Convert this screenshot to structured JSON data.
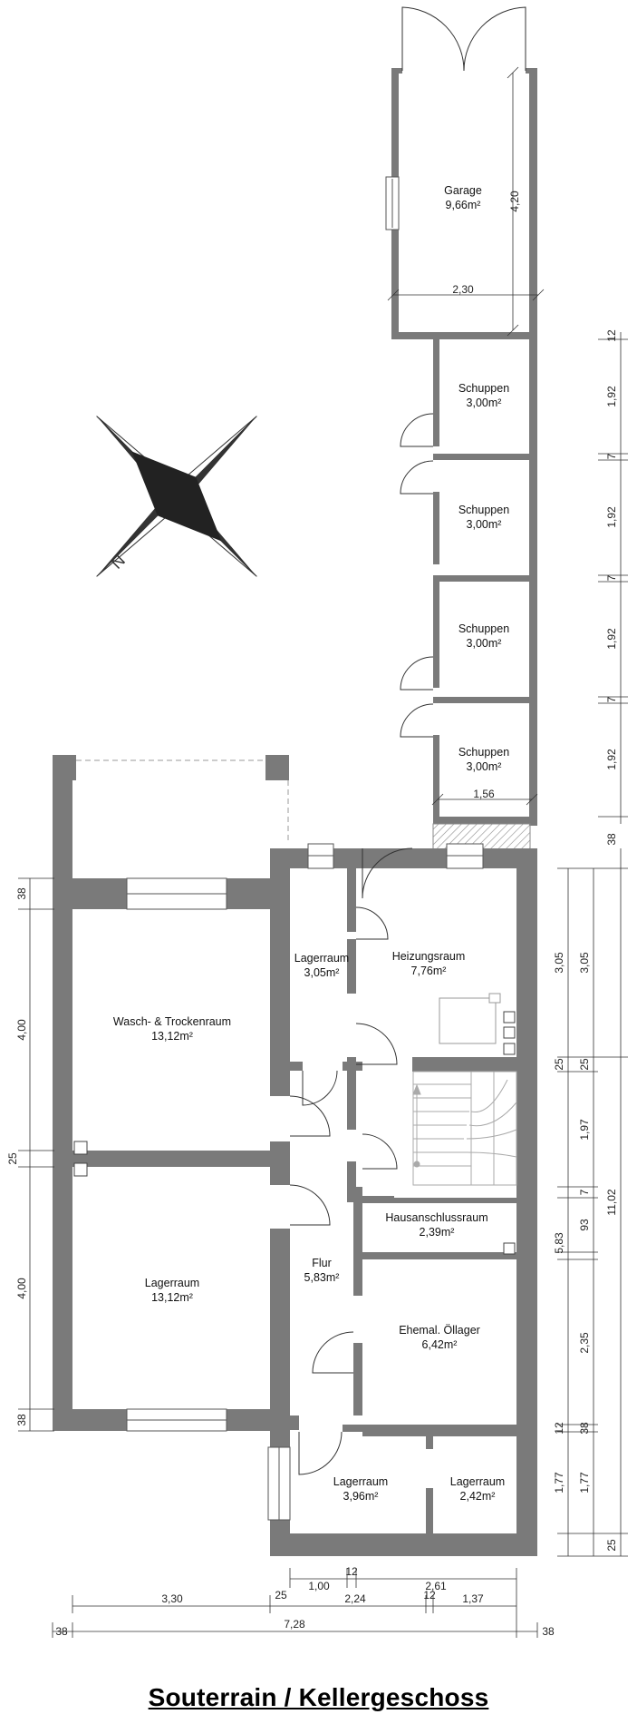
{
  "title": "Souterrain / Kellergeschoss",
  "compass": {
    "label": "N"
  },
  "rooms": {
    "garage": {
      "name": "Garage",
      "area": "9,66m²"
    },
    "schuppen1": {
      "name": "Schuppen",
      "area": "3,00m²"
    },
    "schuppen2": {
      "name": "Schuppen",
      "area": "3,00m²"
    },
    "schuppen3": {
      "name": "Schuppen",
      "area": "3,00m²"
    },
    "schuppen4": {
      "name": "Schuppen",
      "area": "3,00m²"
    },
    "lager_small": {
      "name": "Lagerraum",
      "area": "3,05m²"
    },
    "heizung": {
      "name": "Heizungsraum",
      "area": "7,76m²"
    },
    "wasch": {
      "name": "Wasch- & Trockenraum",
      "area": "13,12m²"
    },
    "lager_big": {
      "name": "Lagerraum",
      "area": "13,12m²"
    },
    "hausanschluss": {
      "name": "Hausanschlussraum",
      "area": "2,39m²"
    },
    "flur": {
      "name": "Flur",
      "area": "5,83m²"
    },
    "oellager": {
      "name": "Ehemal. Öllager",
      "area": "6,42m²"
    },
    "lager_sw": {
      "name": "Lagerraum",
      "area": "3,96m²"
    },
    "lager_se": {
      "name": "Lagerraum",
      "area": "2,42m²"
    }
  },
  "dimensions": {
    "garage_height": "4,20",
    "garage_width": "2,30",
    "schuppen_width": "1,56",
    "right_col": [
      "12",
      "1,92",
      "7",
      "1,92",
      "7",
      "1,92",
      "7",
      "1,92",
      "38"
    ],
    "house_col1": [
      "3,05",
      "25",
      "1,97",
      "7",
      "93",
      "2,35",
      "12",
      "1,77",
      "25"
    ],
    "house_col2": [
      "3,05",
      "25",
      "5,83",
      "38",
      "1,77"
    ],
    "house_total": "11,02",
    "left_col": [
      "38",
      "4,00",
      "25",
      "4,00",
      "38"
    ],
    "bottom_row1": [
      "1,00",
      "12",
      "2,61"
    ],
    "bottom_row2": [
      "3,30",
      "25",
      "2,24",
      "12",
      "1,37"
    ],
    "bottom_row3": [
      "38",
      "7,28",
      "38"
    ]
  }
}
